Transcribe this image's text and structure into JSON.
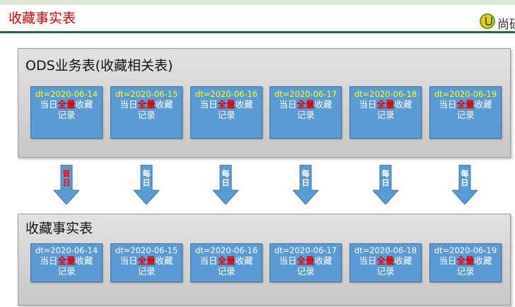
{
  "header": {
    "title": "收藏事实表",
    "logo_text": "尚硅谷"
  },
  "ods_panel": {
    "title": "ODS业务表(收藏相关表)",
    "boxes": [
      {
        "dt": "dt=2020-06-14",
        "prefix": "当日",
        "highlight": "全量",
        "suffix": "收藏",
        "line3": "记录"
      },
      {
        "dt": "dt=2020-06-15",
        "prefix": "当日",
        "highlight": "全量",
        "suffix": "收藏",
        "line3": "记录"
      },
      {
        "dt": "dt=2020-06-16",
        "prefix": "当日",
        "highlight": "全量",
        "suffix": "收藏",
        "line3": "记录"
      },
      {
        "dt": "dt=2020-06-17",
        "prefix": "当日",
        "highlight": "全量",
        "suffix": "收藏",
        "line3": "记录"
      },
      {
        "dt": "dt=2020-06-18",
        "prefix": "当日",
        "highlight": "全量",
        "suffix": "收藏",
        "line3": "记录"
      },
      {
        "dt": "dt=2020-06-19",
        "prefix": "当日",
        "highlight": "全量",
        "suffix": "收藏",
        "line3": "记录"
      }
    ]
  },
  "arrows": [
    {
      "label": "首日",
      "color": "#ff0000"
    },
    {
      "label": "每日",
      "color": "#ffffff"
    },
    {
      "label": "每日",
      "color": "#ffffff"
    },
    {
      "label": "每日",
      "color": "#ffffff"
    },
    {
      "label": "每日",
      "color": "#ffffff"
    },
    {
      "label": "每日",
      "color": "#ffffff"
    }
  ],
  "fact_panel": {
    "title": "收藏事实表",
    "boxes": [
      {
        "dt": "dt=2020-06-14",
        "prefix": "当日",
        "highlight": "全量",
        "suffix": "收藏",
        "line3": "记录"
      },
      {
        "dt": "dt=2020-06-15",
        "prefix": "当日",
        "highlight": "全量",
        "suffix": "收藏",
        "line3": "记录"
      },
      {
        "dt": "dt=2020-06-16",
        "prefix": "当日",
        "highlight": "全量",
        "suffix": "收藏",
        "line3": "记录"
      },
      {
        "dt": "dt=2020-06-17",
        "prefix": "当日",
        "highlight": "全量",
        "suffix": "收藏",
        "line3": "记录"
      },
      {
        "dt": "dt=2020-06-18",
        "prefix": "当日",
        "highlight": "全量",
        "suffix": "收藏",
        "line3": "记录"
      },
      {
        "dt": "dt=2020-06-19",
        "prefix": "当日",
        "highlight": "全量",
        "suffix": "收藏",
        "line3": "记录"
      }
    ]
  },
  "colors": {
    "box_fill": "#5b9bd5",
    "ods_dt_text": "#ffff00",
    "highlight_text": "#e00000",
    "title_text": "#e00000",
    "arrow_fill": "#5b9bd5"
  }
}
